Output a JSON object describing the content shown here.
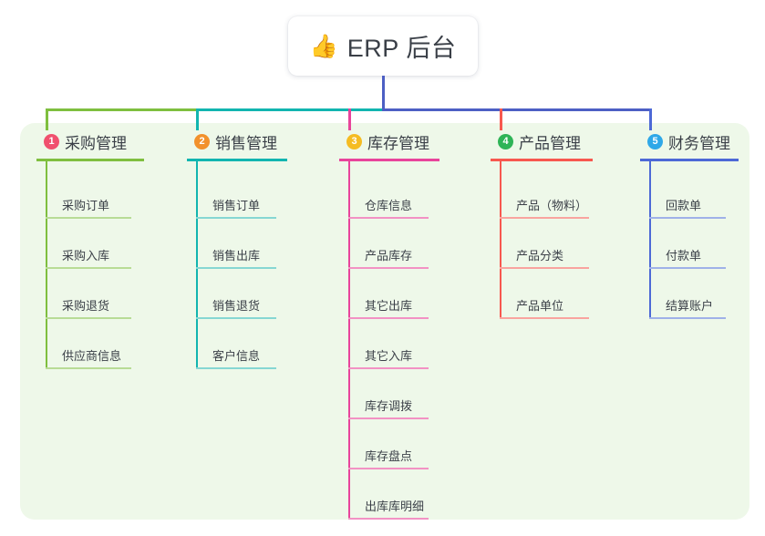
{
  "root": {
    "icon": "thumbs-up-icon",
    "emoji": "👍",
    "title": "ERP 后台"
  },
  "colors": {
    "panel_background": "#eef8e9",
    "page_background": "#ffffff",
    "root_connector": "#4d5fc4",
    "text": "#3a3f47"
  },
  "connector": {
    "segments": [
      {
        "name": "segment-green",
        "color": "#7fbf3f"
      },
      {
        "name": "segment-teal",
        "color": "#12b5b0"
      },
      {
        "name": "segment-blue",
        "color": "#4d5fc4"
      }
    ]
  },
  "branches": [
    {
      "number": "1",
      "title": "采购管理",
      "badge_color": "#f0506e",
      "line_color": "#7fbf3f",
      "leaf_line_color": "#b8dc96",
      "items": [
        "采购订单",
        "采购入库",
        "采购退货",
        "供应商信息"
      ]
    },
    {
      "number": "2",
      "title": "销售管理",
      "badge_color": "#f2912c",
      "line_color": "#12b5b0",
      "leaf_line_color": "#86d7d3",
      "items": [
        "销售订单",
        "销售出库",
        "销售退货",
        "客户信息"
      ]
    },
    {
      "number": "3",
      "title": "库存管理",
      "badge_color": "#f5bc22",
      "line_color": "#e8449b",
      "leaf_line_color": "#f292c4",
      "items": [
        "仓库信息",
        "产品库存",
        "其它出库",
        "其它入库",
        "库存调拨",
        "库存盘点",
        "出库库明细"
      ]
    },
    {
      "number": "4",
      "title": "产品管理",
      "badge_color": "#2fb457",
      "line_color": "#f7584f",
      "leaf_line_color": "#f9a49f",
      "items": [
        "产品（物料）",
        "产品分类",
        "产品单位"
      ]
    },
    {
      "number": "5",
      "title": "财务管理",
      "badge_color": "#2fa8e8",
      "line_color": "#4d69d6",
      "leaf_line_color": "#9fb1e8",
      "items": [
        "回款单",
        "付款单",
        "结算账户"
      ]
    }
  ]
}
